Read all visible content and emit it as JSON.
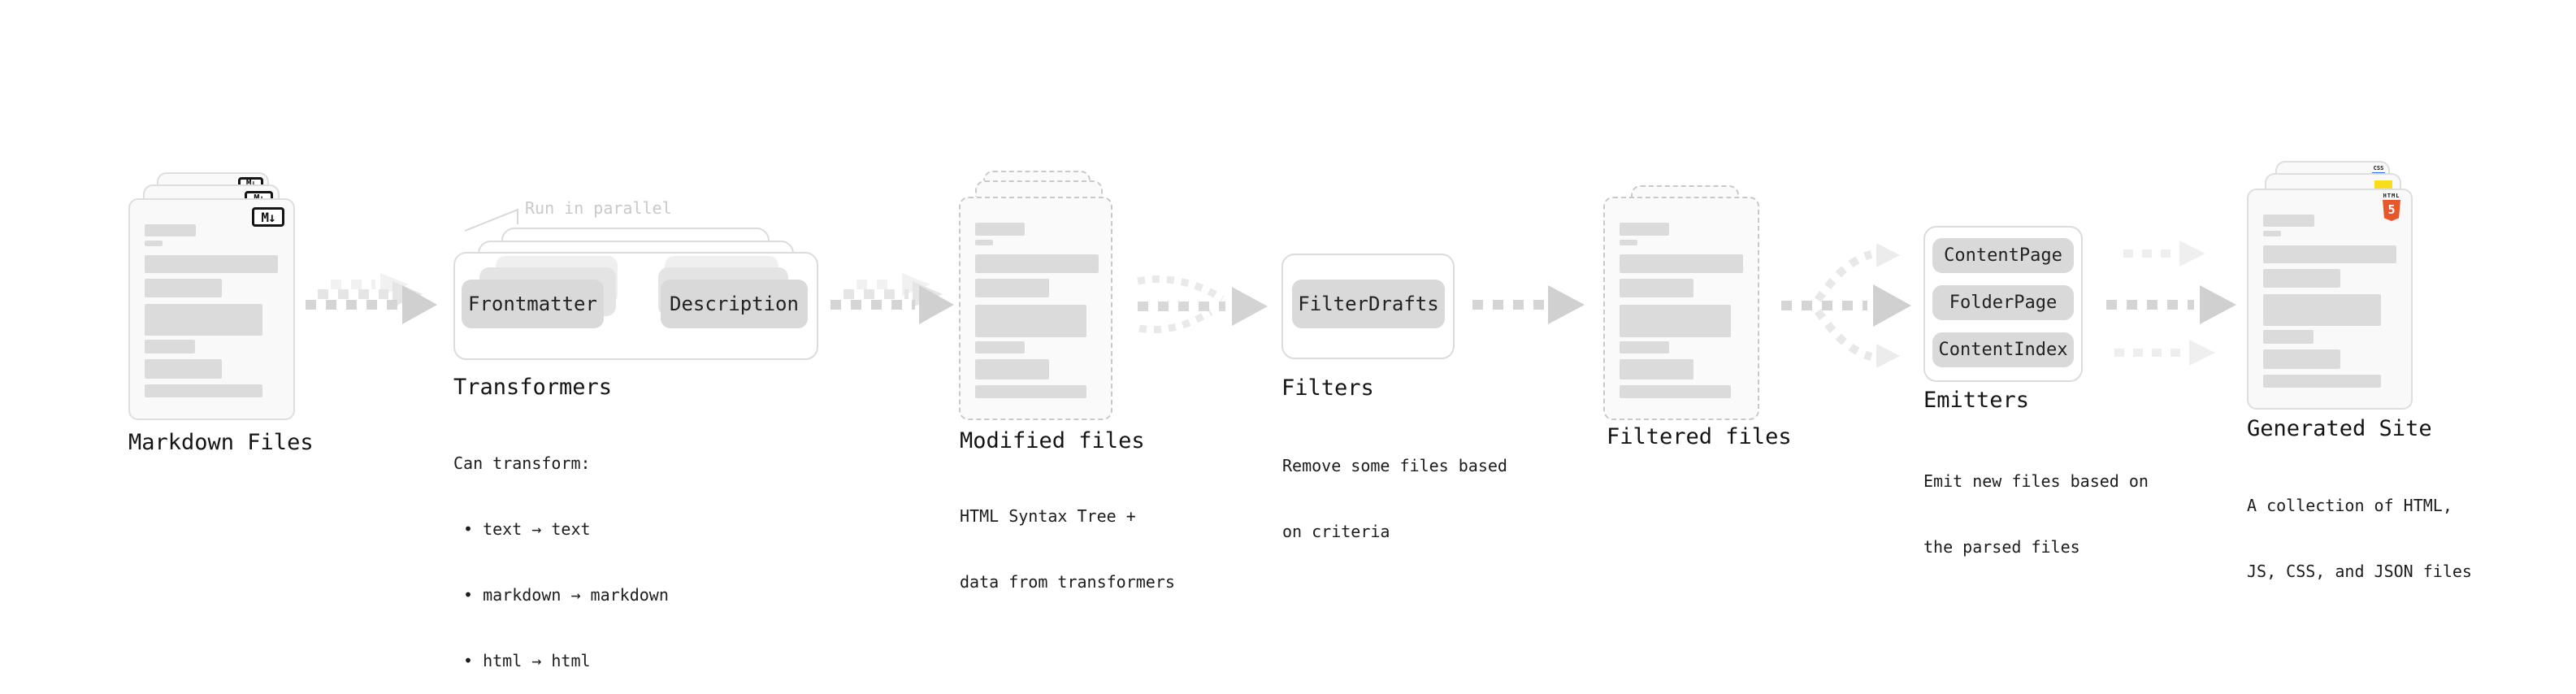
{
  "sections": [
    {
      "id": "markdown",
      "title": "Markdown Files"
    },
    {
      "id": "transformers",
      "title": "Transformers",
      "callout": "Run in parallel",
      "pills": [
        "Frontmatter",
        "Description"
      ],
      "sublines": [
        "Can transform:",
        "• text → text",
        "• markdown → markdown",
        "• html → html"
      ]
    },
    {
      "id": "modified",
      "title": "Modified files",
      "sublines": [
        "HTML Syntax Tree +",
        "data from transformers"
      ]
    },
    {
      "id": "filters",
      "title": "Filters",
      "pills": [
        "FilterDrafts"
      ],
      "sublines": [
        "Remove some files based",
        "on criteria"
      ]
    },
    {
      "id": "filtered",
      "title": "Filtered files"
    },
    {
      "id": "emitters",
      "title": "Emitters",
      "pills": [
        "ContentPage",
        "FolderPage",
        "ContentIndex"
      ],
      "sublines": [
        "Emit new files based on",
        "the parsed files"
      ]
    },
    {
      "id": "site",
      "title": "Generated Site",
      "sublines": [
        "A collection of HTML,",
        "JS, CSS, and JSON files"
      ]
    }
  ],
  "icons": {
    "markdown_label": "M↓",
    "html5_word": "HTML",
    "html5_number": "5",
    "css_word": "CSS"
  },
  "colors": {
    "pill_gray": "#d9d9d9",
    "arrow_gray": "#d0d0d0",
    "ghost_gray": "#ececec",
    "html5_orange": "#e8572c",
    "js_yellow": "#f9dc1c",
    "css_blue": "#2f6df6"
  }
}
